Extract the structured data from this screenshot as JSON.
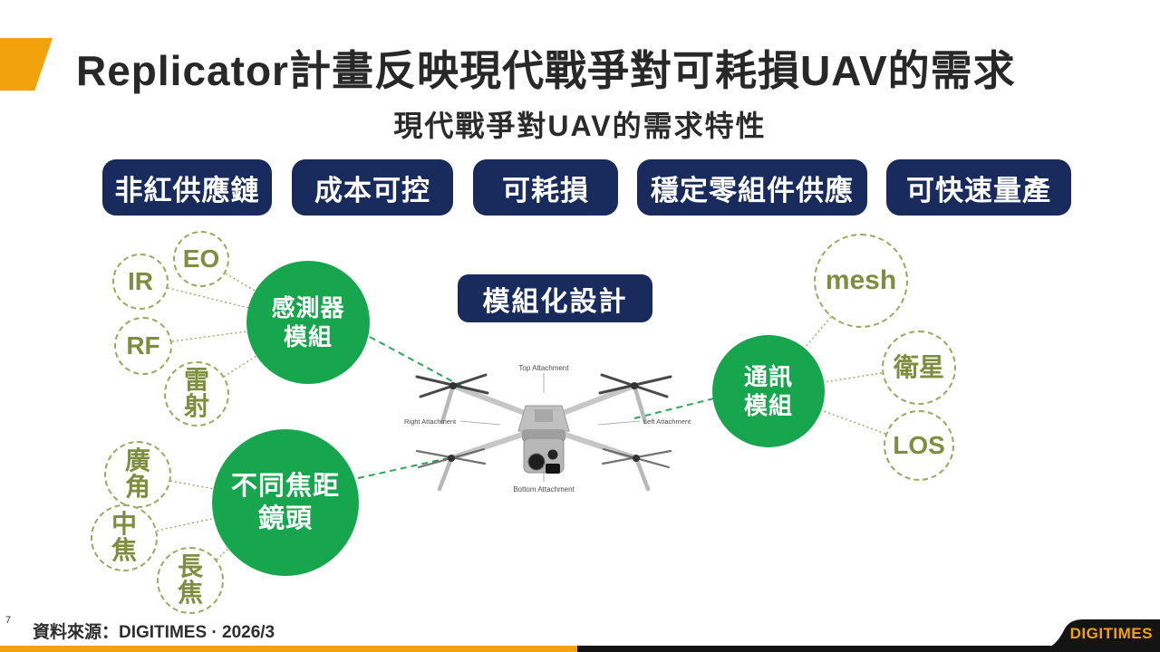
{
  "slide": {
    "title": "Replicator計畫反映現代戰爭對可耗損UAV的需求",
    "subtitle": "現代戰爭對UAV的需求特性",
    "page_number": "7",
    "source": "資料來源：DIGITIMES · 2026/3",
    "brand_logo": "DIGITIMES"
  },
  "requirement_badges": [
    "非紅供應鏈",
    "成本可控",
    "可耗損",
    "穩定零組件供應",
    "可快速量產"
  ],
  "center_badge": "模組化設計",
  "modules": {
    "sensor": {
      "line1": "感測器",
      "line2": "模組"
    },
    "lens": {
      "line1": "不同焦距",
      "line2": "鏡頭"
    },
    "comm": {
      "line1": "通訊",
      "line2": "模組"
    }
  },
  "sensor_types": {
    "eo": "EO",
    "ir": "IR",
    "rf": "RF",
    "laser": [
      "雷",
      "射"
    ]
  },
  "lens_types": {
    "wide": [
      "廣",
      "角"
    ],
    "mid": [
      "中",
      "焦"
    ],
    "tele": [
      "長",
      "焦"
    ]
  },
  "comm_types": {
    "mesh": "mesh",
    "satellite": "衛星",
    "los": "LOS"
  },
  "drone_labels": {
    "top": "Top Attachment",
    "right": "Right Attachment",
    "left": "Left Attachment",
    "bottom": "Bottom Attachment"
  },
  "colors": {
    "accent_orange": "#F2A20D",
    "navy": "#182B5C",
    "hub_green": "#17A64E",
    "olive_text": "#7E8E3E",
    "dash_green": "#2EA55C",
    "bar_black": "#121212"
  }
}
